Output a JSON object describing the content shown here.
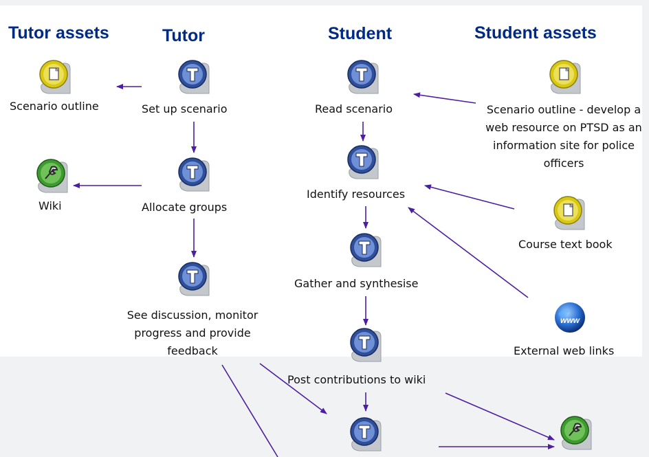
{
  "columns": {
    "tutor_assets": "Tutor assets",
    "tutor": "Tutor",
    "student": "Student",
    "student_assets": "Student assets"
  },
  "tutor_assets": {
    "scenario_outline": "Scenario outline",
    "wiki": "Wiki"
  },
  "tutor_steps": {
    "set_up": "Set up scenario",
    "allocate": "Allocate groups",
    "monitor": "See discussion, monitor progress and provide feedback"
  },
  "student_steps": {
    "read": "Read scenario",
    "identify": "Identify  resources",
    "gather": "Gather and synthesise",
    "post": "Post contributions to wiki"
  },
  "student_assets": {
    "scenario_outline": "Scenario outline - develop a web resource on PTSD as an information site for police officers",
    "textbook": "Course text book",
    "web_links": "External web links"
  },
  "colors": {
    "heading": "#002a84",
    "arrow": "#4b1fa0",
    "task_icon": "#3c63b6",
    "doc_icon": "#e6d81a",
    "wiki_icon": "#3e9b2f",
    "globe_icon": "#1b5bc6"
  },
  "icons": {
    "task": "task-icon",
    "document": "document-icon",
    "wiki": "wiki-tool-icon",
    "web": "www-globe-icon"
  }
}
